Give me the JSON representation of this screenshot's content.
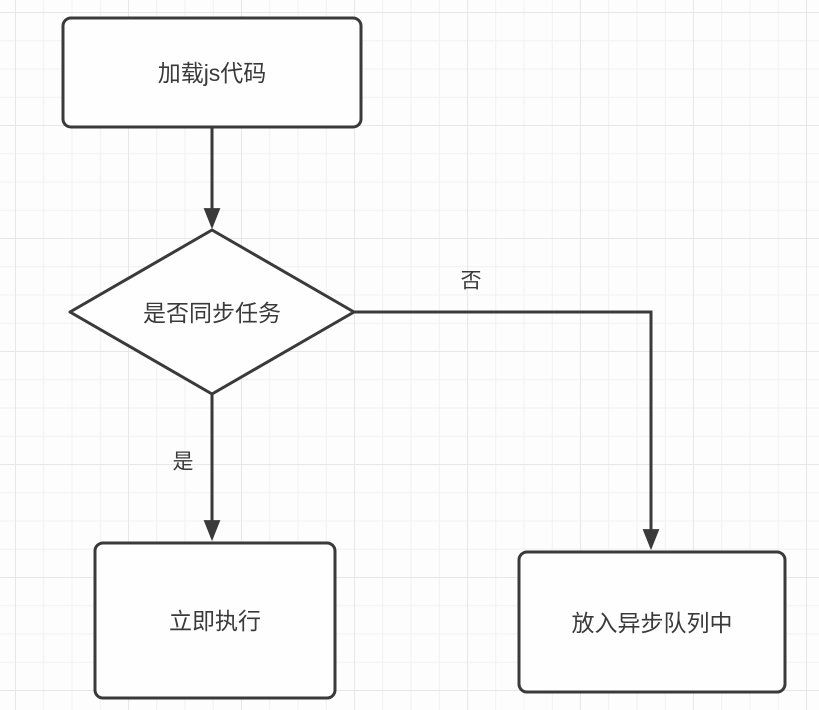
{
  "theme": {
    "canvas-bg": "#fdfdfd",
    "grid-minor": "#f1f1f1",
    "grid-major": "#e7e7e7",
    "node-fill": "#fefefe",
    "stroke-color": "#3a3a3a",
    "text-color": "#3a3a3a"
  },
  "flowchart": {
    "nodes": [
      {
        "id": "load-js",
        "shape": "rounded-rect",
        "label": "加载js代码"
      },
      {
        "id": "is-sync-task",
        "shape": "diamond",
        "label": "是否同步任务"
      },
      {
        "id": "execute-immediately",
        "shape": "rounded-rect",
        "label": "立即执行"
      },
      {
        "id": "put-into-async-queue",
        "shape": "rounded-rect",
        "label": "放入异步队列中"
      }
    ],
    "edges": [
      {
        "from": "load-js",
        "to": "is-sync-task",
        "label": ""
      },
      {
        "from": "is-sync-task",
        "to": "execute-immediately",
        "label": "是"
      },
      {
        "from": "is-sync-task",
        "to": "put-into-async-queue",
        "label": "否"
      }
    ]
  }
}
